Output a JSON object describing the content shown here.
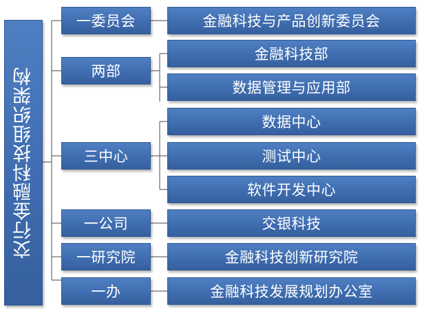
{
  "root": {
    "title": "交行金融科技组织架构"
  },
  "groups": [
    {
      "label": "一委员会",
      "items": [
        "金融科技与产品创新委员会"
      ]
    },
    {
      "label": "两部",
      "items": [
        "金融科技部",
        "数据管理与应用部"
      ]
    },
    {
      "label": "三中心",
      "items": [
        "数据中心",
        "测试中心",
        "软件开发中心"
      ]
    },
    {
      "label": "一公司",
      "items": [
        "交银科技"
      ]
    },
    {
      "label": "一研究院",
      "items": [
        "金融科技创新研究院"
      ]
    },
    {
      "label": "一办",
      "items": [
        "金融科技发展规划办公室"
      ]
    }
  ],
  "colors": {
    "box": "#4575b9",
    "line": "#6b6b6b",
    "text": "#ffffff"
  }
}
